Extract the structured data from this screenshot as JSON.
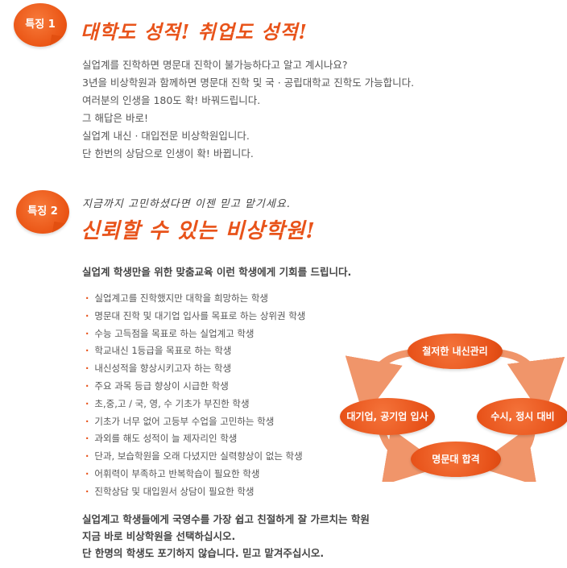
{
  "feature1": {
    "badge": "특징 1",
    "title": "대학도 성적! 취업도 성적!",
    "lines": [
      "실업계를 진학하면 명문대 진학이 불가능하다고 알고 계시나요?",
      "3년을 비상학원과 함께하면 명문대 진학 및 국 · 공립대학교 진학도 가능합니다.",
      "여러분의 인생을 180도 확! 바꿔드립니다.",
      "그 해답은 바로!",
      "실업계 내신 · 대입전문 비상학원입니다.",
      "단 한번의 상담으로 인생이 확! 바뀝니다."
    ]
  },
  "feature2": {
    "badge": "특징 2",
    "subtitle": "지금까지 고민하셨다면 이젠 믿고 맡기세요.",
    "title": "신뢰할 수 있는 비상학원!",
    "lead": "실업계 학생만을 위한 맞춤교육 이런 학생에게 기회를 드립니다.",
    "bullets": [
      "실업계고를 진학했지만 대학을 희망하는 학생",
      "명문대 진학 및 대기업 입사를 목표로 하는 상위권 학생",
      "수능 고득점을 목표로 하는 실업계고 학생",
      "학교내신 1등급을 목표로 하는 학생",
      "내신성적을 향상시키고자 하는 학생",
      "주요 과목 등급 향상이 시급한 학생",
      "초,중,고 / 국, 영, 수 기초가 부진한 학생",
      "기초가 너무 없어 고등부 수업을 고민하는 학생",
      "과외를 해도 성적이 늘 제자리인 학생",
      "단과, 보습학원을 오래 다녔지만 실력향상이 없는 학생",
      "어휘력이 부족하고 반복학습이 필요한 학생",
      "진학상담 및 대입원서 상담이 필요한 학생"
    ],
    "closing": [
      "실업계고 학생들에게 국영수를 가장 쉽고 친절하게 잘 가르치는 학원",
      "지금 바로 비상학원을 선택하십시오.",
      "단 한명의 학생도 포기하지 않습니다. 믿고 맡겨주십시오."
    ],
    "cycle": {
      "top": "철저한 내신관리",
      "left": "대기업, 공기업 입사",
      "right": "수시, 정시 대비",
      "bottom": "명문대 합격"
    }
  },
  "colors": {
    "accent": "#e8531a",
    "arrow": "#ef8a5a"
  }
}
